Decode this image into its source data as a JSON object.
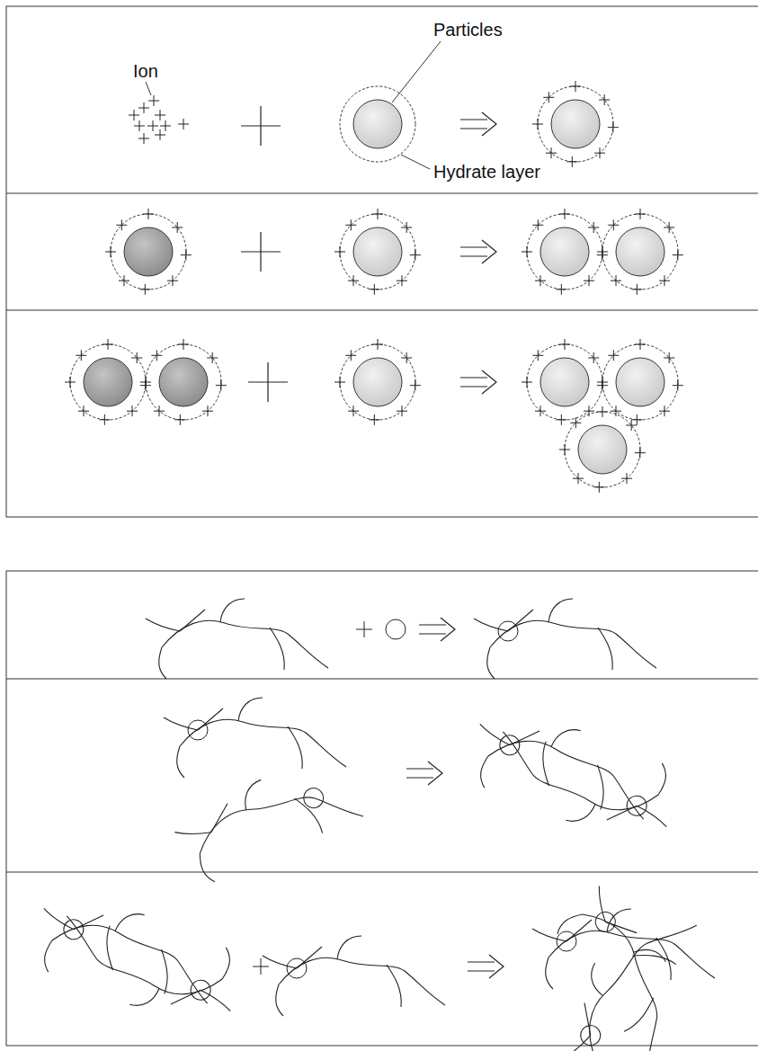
{
  "diagram": {
    "labels": [
      "Ion",
      "Particles",
      "Hydrate layer"
    ]
  }
}
